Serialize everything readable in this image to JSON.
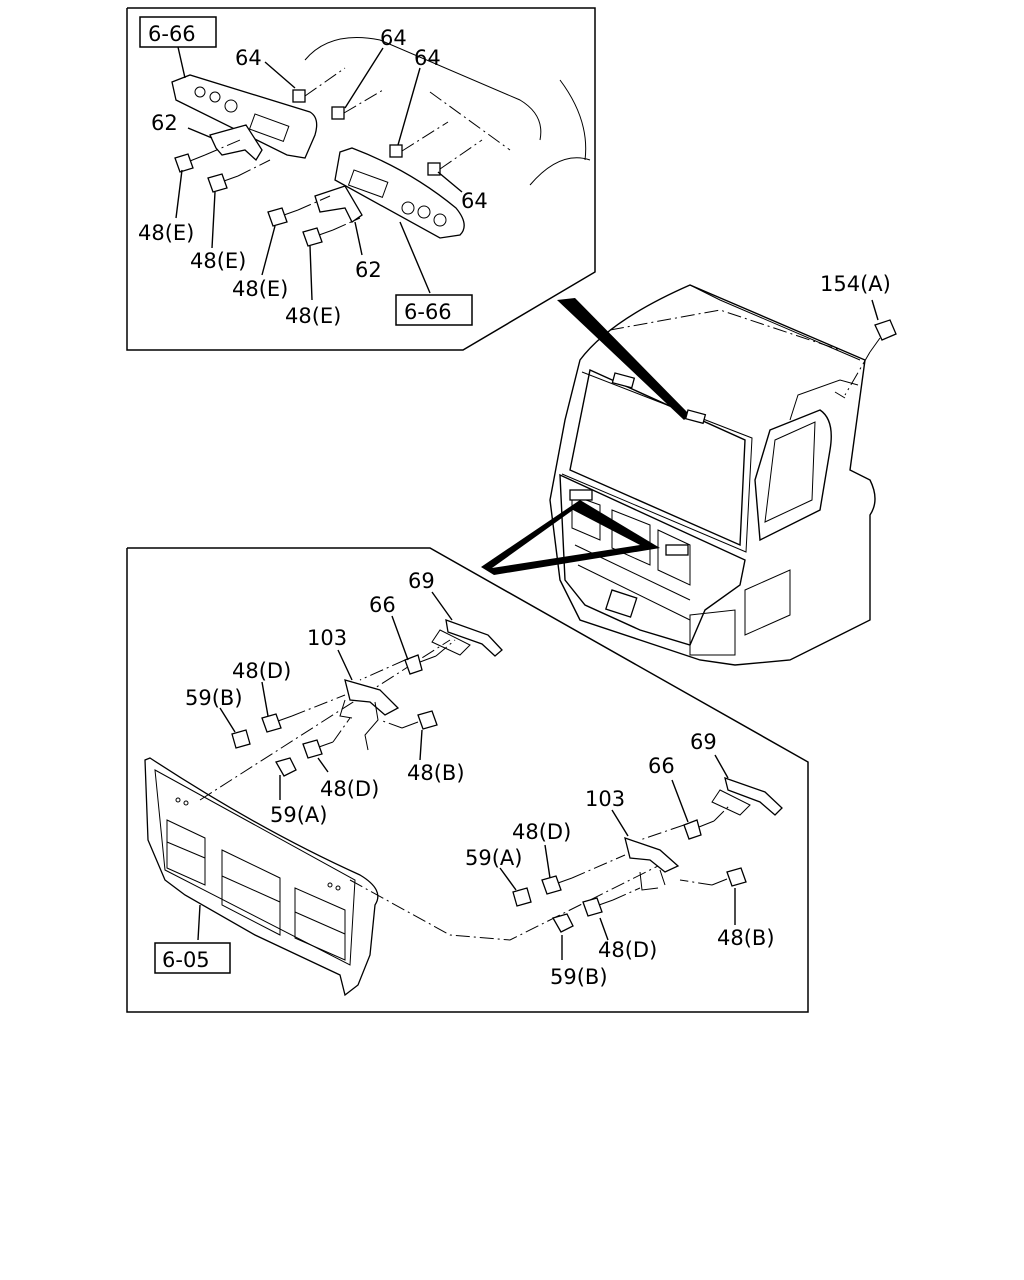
{
  "callouts_top": {
    "ref_666_a": "6-66",
    "ref_666_b": "6-66",
    "p64_a": "64",
    "p64_b": "64",
    "p64_c": "64",
    "p64_d": "64",
    "p62_a": "62",
    "p62_b": "62",
    "p48e_a": "48(E)",
    "p48e_b": "48(E)",
    "p48e_c": "48(E)",
    "p48e_d": "48(E)"
  },
  "callouts_cab": {
    "p154a": "154(A)"
  },
  "callouts_bottom": {
    "ref_605": "6-05",
    "p69_a": "69",
    "p69_b": "69",
    "p66_a": "66",
    "p66_b": "66",
    "p103_a": "103",
    "p103_b": "103",
    "p48d_a": "48(D)",
    "p48d_b": "48(D)",
    "p48d_c": "48(D)",
    "p48d_d": "48(D)",
    "p48b_a": "48(B)",
    "p48b_b": "48(B)",
    "p59b_a": "59(B)",
    "p59b_b": "59(B)",
    "p59a_a": "59(A)",
    "p59a_b": "59(A)"
  }
}
